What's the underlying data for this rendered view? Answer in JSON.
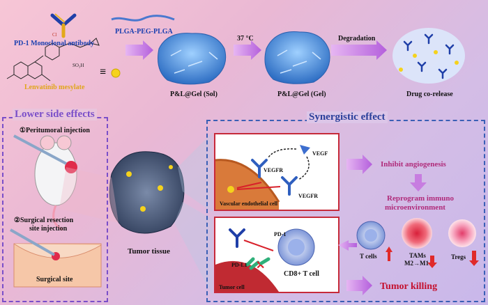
{
  "top": {
    "antibody_label": "PD-1 Monoclonal antibody",
    "polymer_label": "PLGA-PEG-PLGA",
    "drug_label": "Lenvatinib mesylate",
    "equiv_symbol": "≡",
    "sol_label": "P&L@Gel (Sol)",
    "temp_label": "37 °C",
    "gel_label": "P&L@Gel (Gel)",
    "degradation_label": "Degradation",
    "release_label": "Drug co-release"
  },
  "left_panel": {
    "title": "Lower side effects",
    "step1": "①Peritumoral injection",
    "step2a": "②Surgical resection",
    "step2b": "site injection",
    "surgical_site": "Surgical site"
  },
  "center": {
    "tumor_label": "Tumor tissue"
  },
  "right_panel": {
    "title": "Synergistic effect",
    "vegf": "VEGF",
    "vegfr1": "VEGFR",
    "vegfr2": "VEGFR",
    "endothelial": "Vascular endothelial cell",
    "inhibit": "Inhibit angiogenesis",
    "reprogram1": "Reprogram immuno",
    "reprogram2": "microenvironment",
    "pd1": "PD-1",
    "pdl1": "PD-L1",
    "cd8": "CD8+ T cell",
    "tumor_cell": "Tumor cell",
    "tcells": "T cells",
    "tams1": "TAMs",
    "tams2": "M2→M1",
    "tregs": "Tregs",
    "killing": "Tumor killing"
  },
  "colors": {
    "left_border": "#7a4fc9",
    "right_border": "#3a5fb5",
    "arrow": "#c77de0",
    "gel": "#5fa3e6"
  }
}
